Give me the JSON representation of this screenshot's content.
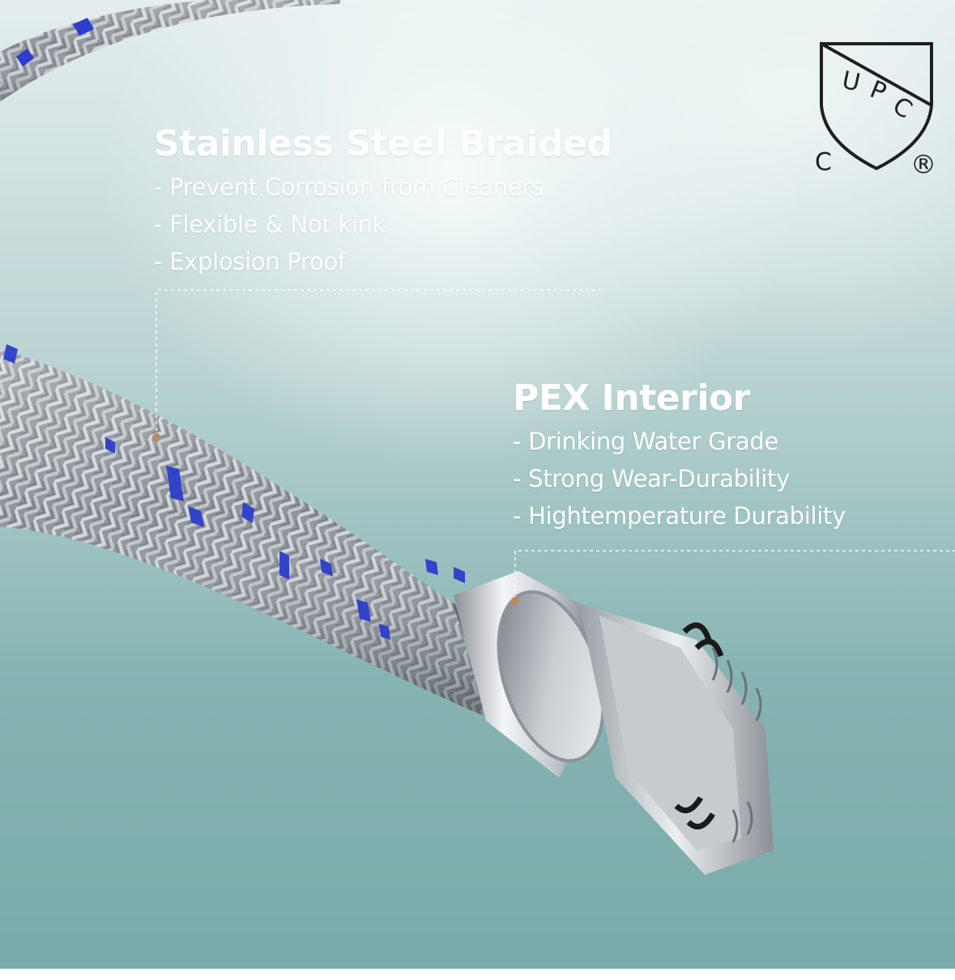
{
  "features": [
    {
      "title": "Stainless Steel Braided",
      "points": [
        "- Prevent Corrosion from Cleaners",
        "- Flexible & Not kink",
        "- Explosion Proof"
      ]
    },
    {
      "title": "PEX Interior",
      "points": [
        "- Drinking Water Grade",
        "- Strong Wear-Durability",
        "- Hightemperature Durability"
      ]
    }
  ],
  "certification": {
    "mark_letters": [
      "U",
      "P",
      "C"
    ],
    "left_letter": "C",
    "registered": "®"
  },
  "colors": {
    "braid_steel": "#9ea3a8",
    "braid_blue": "#2c3ecb",
    "marker_dot": "#b98a5c",
    "background_teal": "#86b4b3"
  },
  "icons": [
    "upc-certification-mark"
  ]
}
